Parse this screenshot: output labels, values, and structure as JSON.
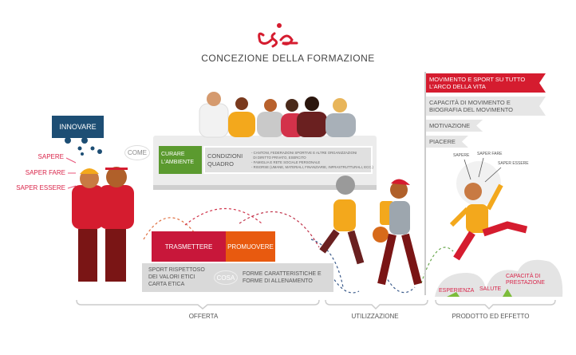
{
  "logo": {
    "text": "esa",
    "color": "#d51c2f"
  },
  "title": "CONCEZIONE DELLA FORMAZIONE",
  "left": {
    "innovare": "INNOVARE",
    "competences": [
      "SAPERE",
      "SAPER FARE",
      "SAPER ESSERE"
    ],
    "come": "COME"
  },
  "stage": {
    "curare": "CURARE L'AMBIENTE",
    "condizioni": "CONDIZIONI QUADRO",
    "bullets": [
      "- CANTONI, FEDERAZIONI SPORTIVE E ALTRE ORGANIZZAZIONI",
      "  DI DIRITTO PRIVATO, ESERCITO",
      "- FAMIGLIA E RETE SOCIALE PERSONALE",
      "- RISORSE (UMANE, MATERIALI, FINANZIARIE, INFRASTRUTTURALI, ECC.)"
    ]
  },
  "blocks": {
    "trasmettere": "TRASMETTERE",
    "promuovere": "PROMUOVERE",
    "sport": "SPORT RISPETTOSO DEI VALORI ETICI CARTA ETICA",
    "cosa": "COSA",
    "forme": "FORME CARATTERISTICHE E FORME DI ALLENAMENTO"
  },
  "flags": [
    "MOVIMENTO E SPORT SU TUTTO L'ARCO DELLA VITA",
    "CAPACITÀ DI MOVIMENTO E BIOGRAFIA DEL MOVIMENTO",
    "MOTIVAZIONE",
    "PIACERE"
  ],
  "jumper_labels": [
    "SAPERE",
    "SAPER FARE",
    "SAPER ESSERE"
  ],
  "rocks": [
    "ESPERIENZA",
    "SALUTE",
    "CAPACITÀ DI PRESTAZIONE"
  ],
  "sections": [
    "OFFERTA",
    "UTILIZZAZIONE",
    "PRODOTTO ED EFFETTO"
  ],
  "colors": {
    "red": "#c8173a",
    "orange": "#e85a0f",
    "green": "#5b9a2f",
    "navy": "#1d4e74",
    "gray": "#d9d9d9"
  }
}
